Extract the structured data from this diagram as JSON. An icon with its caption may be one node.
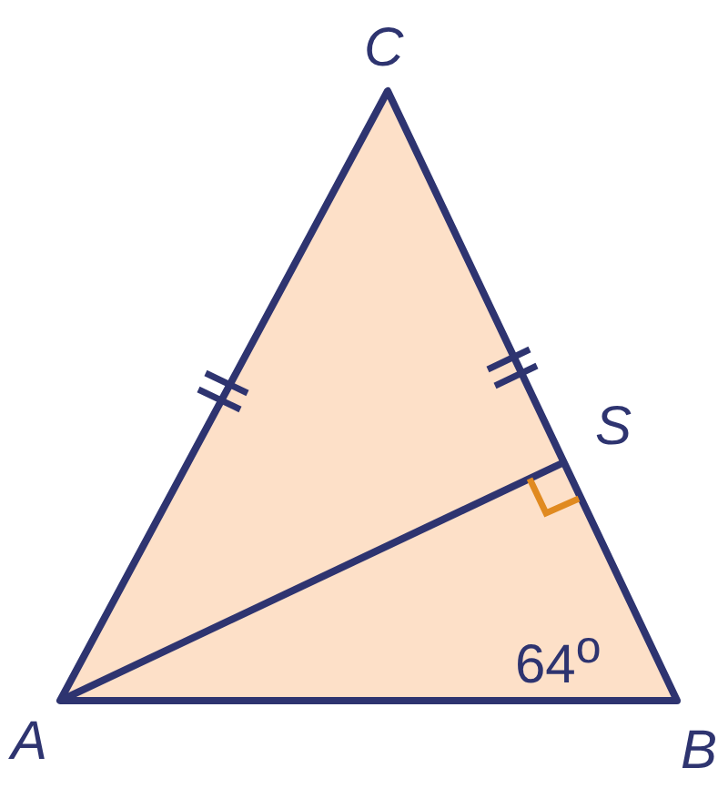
{
  "diagram": {
    "labels": [
      "C",
      "S",
      "A",
      "B",
      "64$^{o}$"
    ]
  }
}
